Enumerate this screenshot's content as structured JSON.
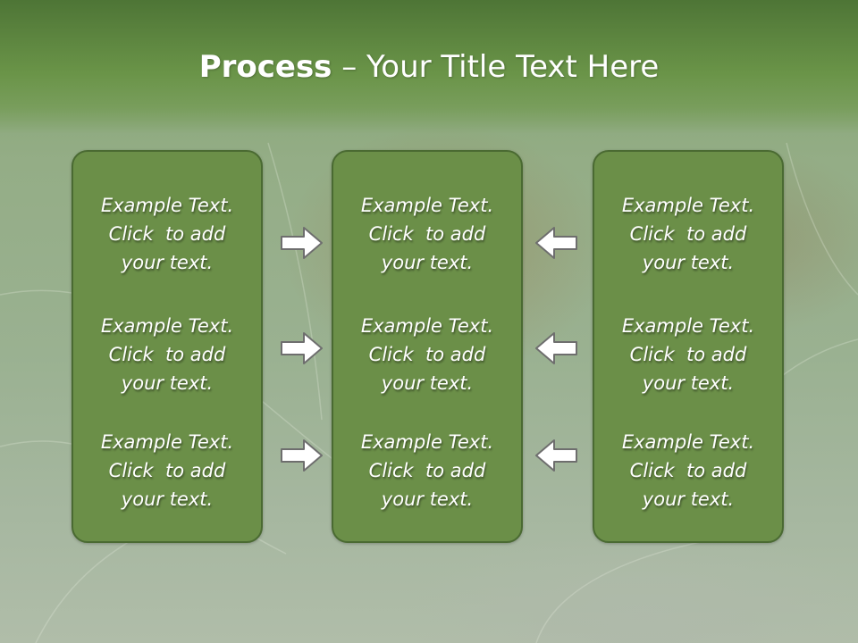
{
  "title": {
    "bold": "Process",
    "rest": " – Your Title Text Here"
  },
  "panels": {
    "left": {
      "items": [
        {
          "line1": "Example Text.",
          "line2": "Click  to add",
          "line3": "your text."
        },
        {
          "line1": "Example Text.",
          "line2": "Click  to add",
          "line3": "your text."
        },
        {
          "line1": "Example Text.",
          "line2": "Click  to add",
          "line3": "your text."
        }
      ]
    },
    "middle": {
      "items": [
        {
          "line1": "Example Text.",
          "line2": "Click  to add",
          "line3": "your text."
        },
        {
          "line1": "Example Text.",
          "line2": "Click  to add",
          "line3": "your text."
        },
        {
          "line1": "Example Text.",
          "line2": "Click  to add",
          "line3": "your text."
        }
      ]
    },
    "right": {
      "items": [
        {
          "line1": "Example Text.",
          "line2": "Click  to add",
          "line3": "your text."
        },
        {
          "line1": "Example Text.",
          "line2": "Click  to add",
          "line3": "your text."
        },
        {
          "line1": "Example Text.",
          "line2": "Click  to add",
          "line3": "your text."
        }
      ]
    }
  },
  "arrows": {
    "left_column": [
      "arrow-right-icon",
      "arrow-right-icon",
      "arrow-right-icon"
    ],
    "right_column": [
      "arrow-left-icon",
      "arrow-left-icon",
      "arrow-left-icon"
    ]
  },
  "colors": {
    "title_band": "#5f8a40",
    "panel_fill": "#6b8f48",
    "panel_border": "#4a6a32",
    "arrow_fill": "#ffffff",
    "arrow_stroke": "#6e6e6e"
  }
}
